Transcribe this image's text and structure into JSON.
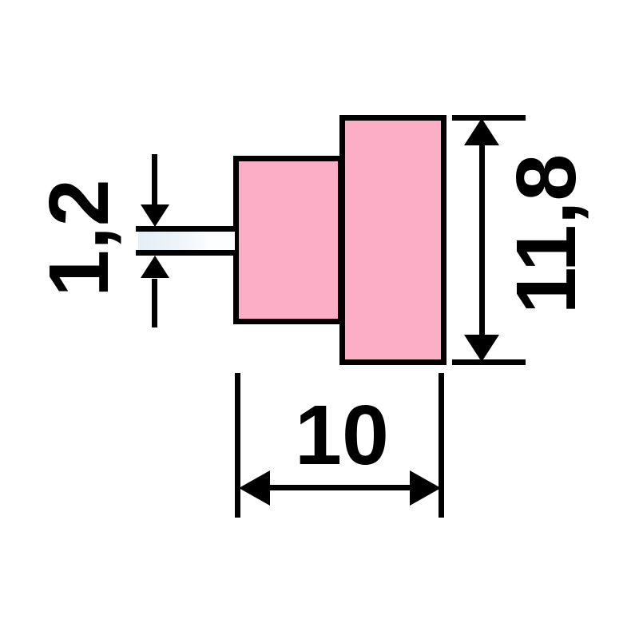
{
  "drawing": {
    "type": "technical-dimension-drawing",
    "background_color": "#ffffff",
    "part": {
      "description": "stepped wheel cross-section of two overlapping rectangles with a thin bore slot on the left",
      "fill_color": "#fcaec6",
      "outline_color": "#000000",
      "slot_fill_color": "#e8f1f8"
    },
    "dimensions": {
      "slot": {
        "label": "1,2",
        "value": 1.2,
        "orientation": "vertical-left-rotated"
      },
      "height": {
        "label": "11,8",
        "value": 11.8,
        "orientation": "vertical-right-rotated"
      },
      "width": {
        "label": "10",
        "value": 10,
        "orientation": "horizontal-bottom"
      }
    }
  }
}
